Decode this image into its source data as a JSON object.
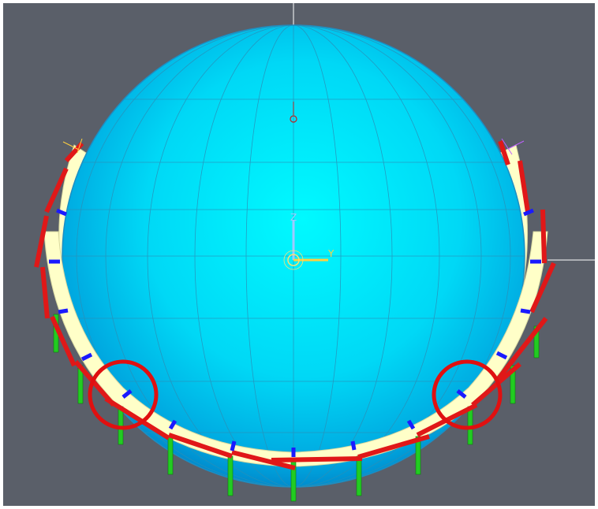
{
  "viewport": {
    "background": "#5a5f69"
  },
  "sphere": {
    "fill_center": "#00f0ff",
    "fill_edge": "#0080c8",
    "grid_color": "#2a90b8"
  },
  "ring": {
    "fill": "#ffffc8",
    "beam_color": "#e01818",
    "support_color": "#22cc22",
    "node_color": "#1a1aff"
  },
  "axes": {
    "z_label": "Z",
    "y_label": "Y",
    "z_color": "#a0c8ff",
    "y_color": "#ffd040"
  },
  "highlights": {
    "color": "#e01010",
    "count": 2
  },
  "icons": [
    "origin-marker-icon",
    "axis-triad-icon",
    "crosshair-icon"
  ]
}
